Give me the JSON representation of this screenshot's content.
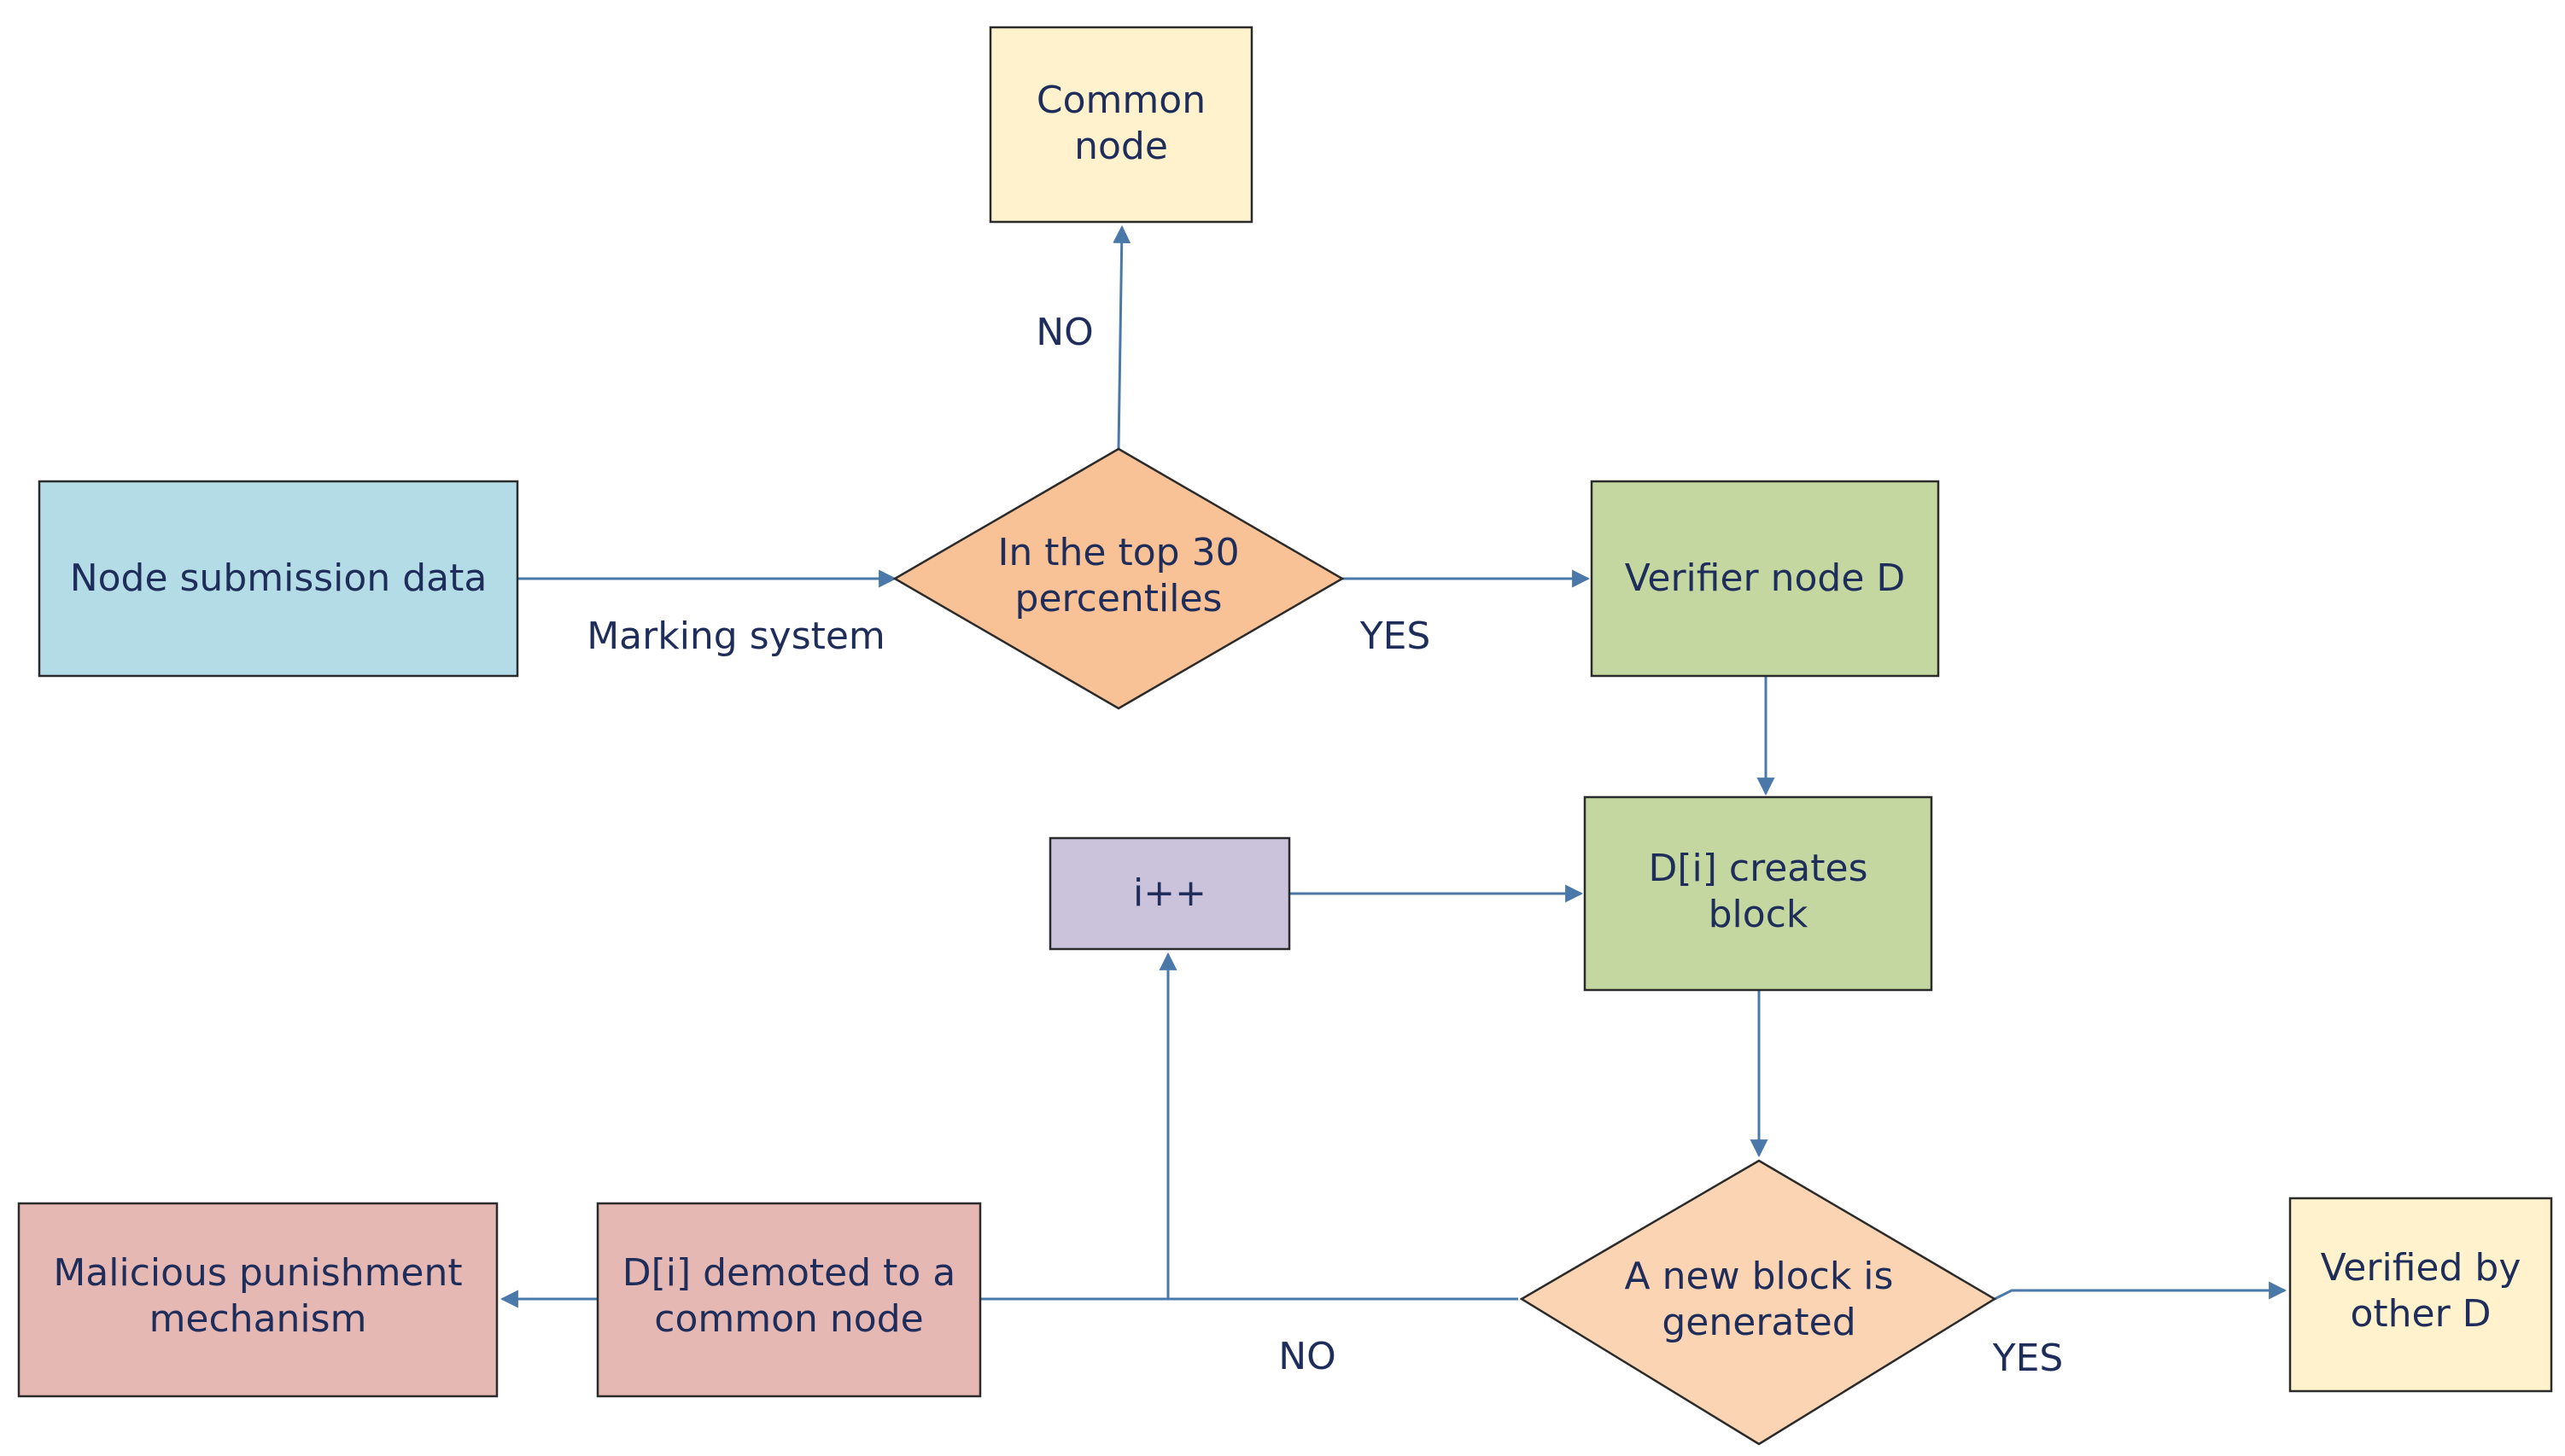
{
  "nodes": {
    "common_node_top": {
      "lines": [
        "Common",
        "node"
      ],
      "fill": "#fff2cc"
    },
    "node_submission": {
      "lines": [
        "Node submission data"
      ],
      "fill": "#b4dce6"
    },
    "top30_decision": {
      "lines": [
        "In the top 30",
        "percentiles"
      ],
      "fill": "#f8c196"
    },
    "verifier_node": {
      "lines": [
        "Verifier node  D"
      ],
      "fill": "#c4d7a0"
    },
    "di_creates_block": {
      "lines": [
        "D[i] creates",
        "block"
      ],
      "fill": "#c4d7a0"
    },
    "i_plus_plus": {
      "lines": [
        "i++"
      ],
      "fill": "#cbc3dc"
    },
    "new_block_decision": {
      "lines": [
        "A new block is",
        "generated"
      ],
      "fill": "#fbd4b4"
    },
    "verified_by_other": {
      "lines": [
        "Verified by",
        "other D"
      ],
      "fill": "#fff2cc"
    },
    "di_demoted": {
      "lines": [
        "D[i] demoted to a",
        "common node"
      ],
      "fill": "#e6b8b4"
    },
    "malicious_punishment": {
      "lines": [
        "Malicious punishment",
        "mechanism"
      ],
      "fill": "#e6b8b4"
    }
  },
  "edge_labels": {
    "marking_system": "Marking system",
    "no_top": "NO",
    "yes_right": "YES",
    "no_bottom": "NO",
    "yes_bottom": "YES"
  },
  "colors": {
    "edge": "#4a78a8",
    "border": "#2b2b2b",
    "text": "#1f2d5a"
  }
}
